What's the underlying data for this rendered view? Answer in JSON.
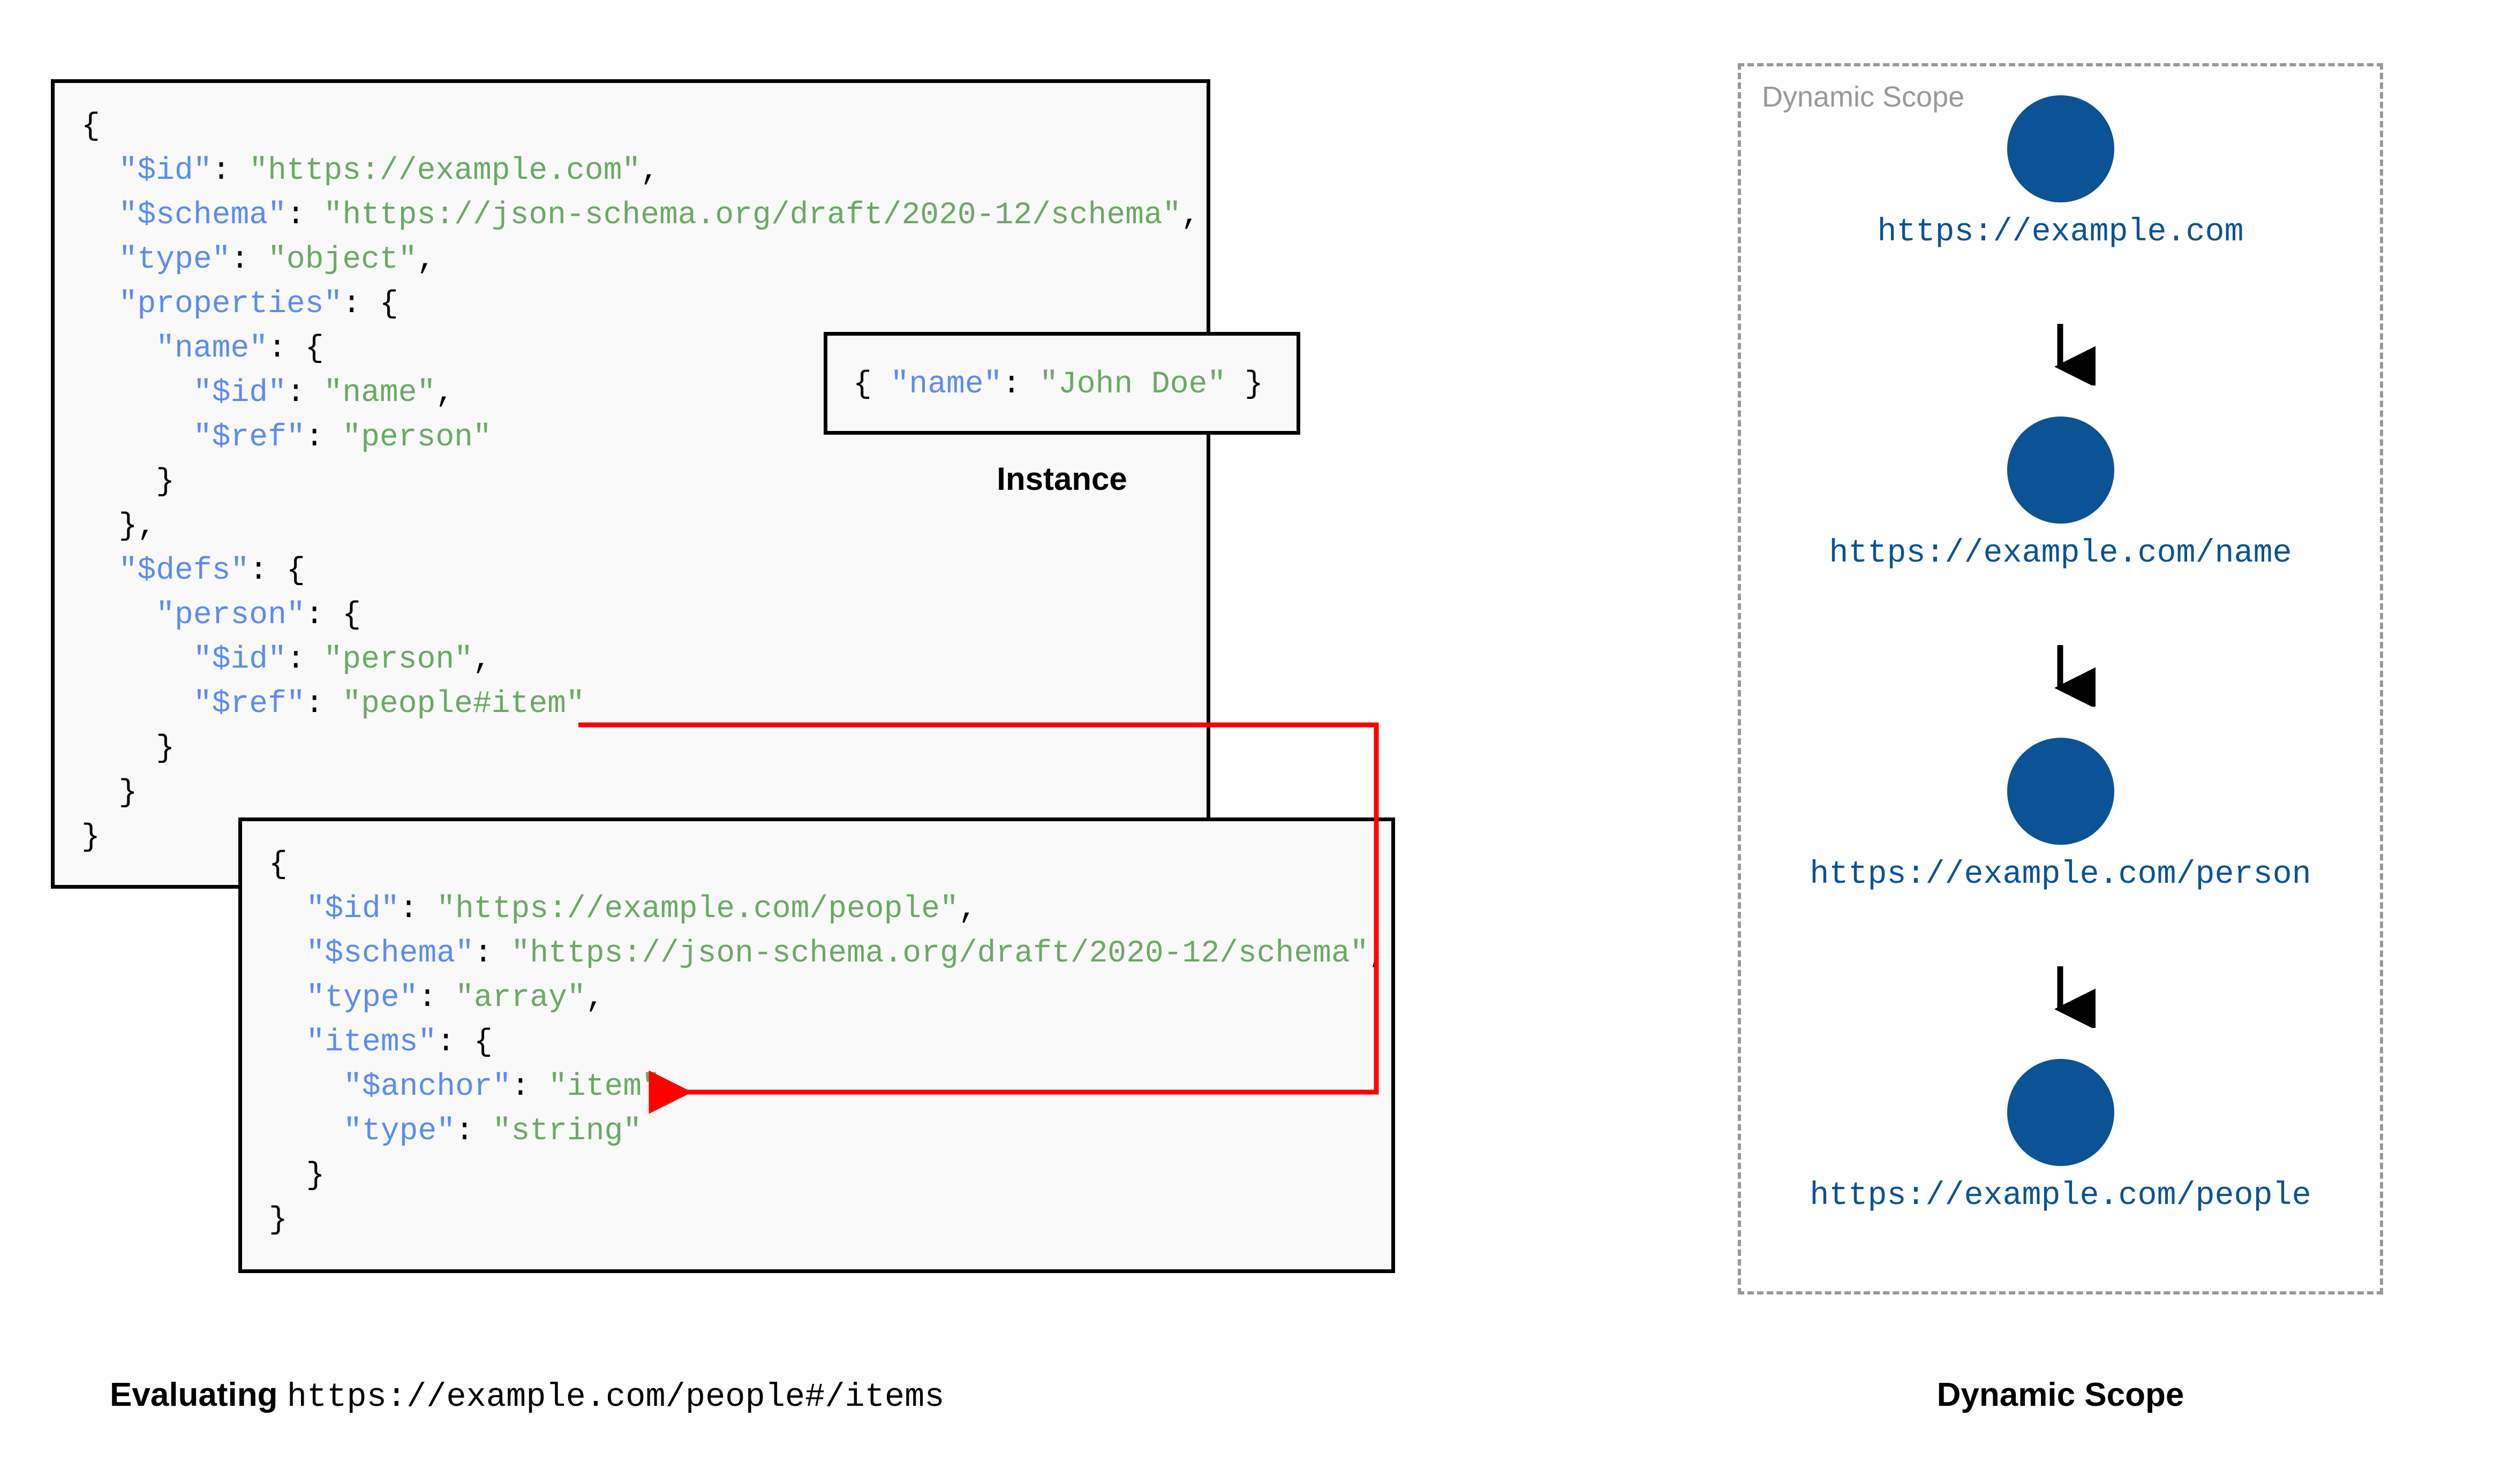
{
  "diagram": {
    "title_left": "Evaluating",
    "title_left_uri": "https://example.com/people#/items",
    "title_right": "Dynamic Scope"
  },
  "schema_main": {
    "name": "root-schema",
    "lines": [
      {
        "indent": 0,
        "parts": [
          {
            "t": "{",
            "c": "p"
          }
        ]
      },
      {
        "indent": 1,
        "parts": [
          {
            "t": "\"$id\"",
            "c": "k"
          },
          {
            "t": ": ",
            "c": "p"
          },
          {
            "t": "\"https://example.com\"",
            "c": "s"
          },
          {
            "t": ",",
            "c": "p"
          }
        ]
      },
      {
        "indent": 1,
        "parts": [
          {
            "t": "\"$schema\"",
            "c": "k"
          },
          {
            "t": ": ",
            "c": "p"
          },
          {
            "t": "\"https://json-schema.org/draft/2020-12/schema\"",
            "c": "s"
          },
          {
            "t": ",",
            "c": "p"
          }
        ]
      },
      {
        "indent": 1,
        "parts": [
          {
            "t": "\"type\"",
            "c": "k"
          },
          {
            "t": ": ",
            "c": "p"
          },
          {
            "t": "\"object\"",
            "c": "s"
          },
          {
            "t": ",",
            "c": "p"
          }
        ]
      },
      {
        "indent": 1,
        "parts": [
          {
            "t": "\"properties\"",
            "c": "k"
          },
          {
            "t": ": {",
            "c": "p"
          }
        ]
      },
      {
        "indent": 2,
        "parts": [
          {
            "t": "\"name\"",
            "c": "k"
          },
          {
            "t": ": {",
            "c": "p"
          }
        ]
      },
      {
        "indent": 3,
        "parts": [
          {
            "t": "\"$id\"",
            "c": "k"
          },
          {
            "t": ": ",
            "c": "p"
          },
          {
            "t": "\"name\"",
            "c": "s"
          },
          {
            "t": ",",
            "c": "p"
          }
        ]
      },
      {
        "indent": 3,
        "parts": [
          {
            "t": "\"$ref\"",
            "c": "k"
          },
          {
            "t": ": ",
            "c": "p"
          },
          {
            "t": "\"person\"",
            "c": "s"
          }
        ]
      },
      {
        "indent": 2,
        "parts": [
          {
            "t": "}",
            "c": "p"
          }
        ]
      },
      {
        "indent": 1,
        "parts": [
          {
            "t": "},",
            "c": "p"
          }
        ]
      },
      {
        "indent": 1,
        "parts": [
          {
            "t": "\"$defs\"",
            "c": "k"
          },
          {
            "t": ": {",
            "c": "p"
          }
        ]
      },
      {
        "indent": 2,
        "parts": [
          {
            "t": "\"person\"",
            "c": "k"
          },
          {
            "t": ": {",
            "c": "p"
          }
        ]
      },
      {
        "indent": 3,
        "parts": [
          {
            "t": "\"$id\"",
            "c": "k"
          },
          {
            "t": ": ",
            "c": "p"
          },
          {
            "t": "\"person\"",
            "c": "s"
          },
          {
            "t": ",",
            "c": "p"
          }
        ]
      },
      {
        "indent": 3,
        "parts": [
          {
            "t": "\"$ref\"",
            "c": "k"
          },
          {
            "t": ": ",
            "c": "p"
          },
          {
            "t": "\"people#item\"",
            "c": "s"
          }
        ]
      },
      {
        "indent": 2,
        "parts": [
          {
            "t": "}",
            "c": "p"
          }
        ]
      },
      {
        "indent": 1,
        "parts": [
          {
            "t": "}",
            "c": "p"
          }
        ]
      },
      {
        "indent": 0,
        "parts": [
          {
            "t": "}",
            "c": "p"
          }
        ]
      }
    ]
  },
  "instance": {
    "caption": "Instance",
    "lines": [
      {
        "indent": 0,
        "parts": [
          {
            "t": "{ ",
            "c": "p"
          },
          {
            "t": "\"name\"",
            "c": "k"
          },
          {
            "t": ": ",
            "c": "p"
          },
          {
            "t": "\"John Doe\"",
            "c": "s"
          },
          {
            "t": " }",
            "c": "p"
          }
        ]
      }
    ]
  },
  "schema_people": {
    "name": "people-schema",
    "lines": [
      {
        "indent": 0,
        "parts": [
          {
            "t": "{",
            "c": "p"
          }
        ]
      },
      {
        "indent": 1,
        "parts": [
          {
            "t": "\"$id\"",
            "c": "k"
          },
          {
            "t": ": ",
            "c": "p"
          },
          {
            "t": "\"https://example.com/people\"",
            "c": "s"
          },
          {
            "t": ",",
            "c": "p"
          }
        ]
      },
      {
        "indent": 1,
        "parts": [
          {
            "t": "\"$schema\"",
            "c": "k"
          },
          {
            "t": ": ",
            "c": "p"
          },
          {
            "t": "\"https://json-schema.org/draft/2020-12/schema\"",
            "c": "s"
          },
          {
            "t": ",",
            "c": "p"
          }
        ]
      },
      {
        "indent": 1,
        "parts": [
          {
            "t": "\"type\"",
            "c": "k"
          },
          {
            "t": ": ",
            "c": "p"
          },
          {
            "t": "\"array\"",
            "c": "s"
          },
          {
            "t": ",",
            "c": "p"
          }
        ]
      },
      {
        "indent": 1,
        "parts": [
          {
            "t": "\"items\"",
            "c": "k"
          },
          {
            "t": ": {",
            "c": "p"
          }
        ]
      },
      {
        "indent": 2,
        "parts": [
          {
            "t": "\"$anchor\"",
            "c": "k"
          },
          {
            "t": ": ",
            "c": "p"
          },
          {
            "t": "\"item\"",
            "c": "s"
          },
          {
            "t": ",",
            "c": "p"
          }
        ]
      },
      {
        "indent": 2,
        "parts": [
          {
            "t": "\"type\"",
            "c": "k"
          },
          {
            "t": ": ",
            "c": "p"
          },
          {
            "t": "\"string\"",
            "c": "s"
          }
        ]
      },
      {
        "indent": 1,
        "parts": [
          {
            "t": "}",
            "c": "p"
          }
        ]
      },
      {
        "indent": 0,
        "parts": [
          {
            "t": "}",
            "c": "p"
          }
        ]
      }
    ]
  },
  "dynamic_scope": {
    "panel_label": "Dynamic Scope",
    "node_color": "#0B5394",
    "border_color": "#999999",
    "nodes": [
      {
        "label": "https://example.com"
      },
      {
        "label": "https://example.com/name"
      },
      {
        "label": "https://example.com/person"
      },
      {
        "label": "https://example.com/people"
      }
    ]
  },
  "ref_link": {
    "color": "#ff0000",
    "from": "\"$ref\": \"people#item\"",
    "to": "\"$anchor\": \"item\""
  }
}
